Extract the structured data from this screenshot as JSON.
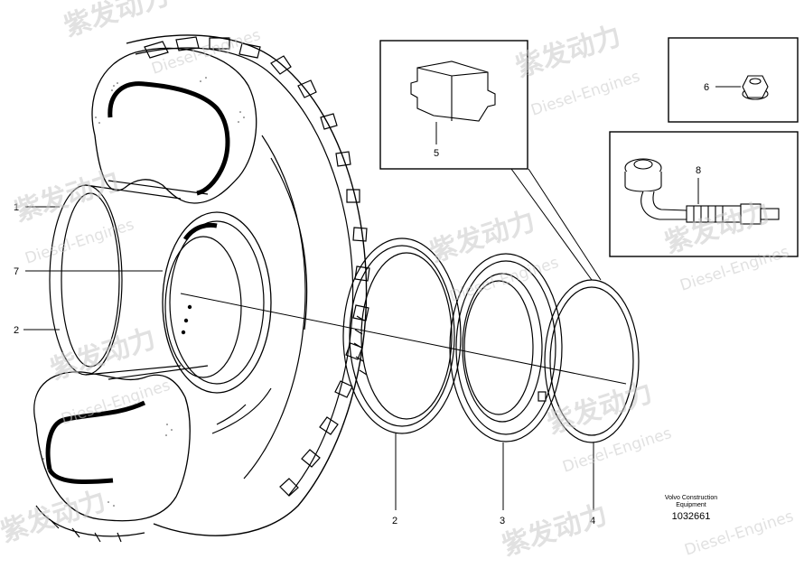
{
  "callouts": {
    "c1": "1",
    "c2_left": "2",
    "c7": "7",
    "c5": "5",
    "c6": "6",
    "c8": "8",
    "c2_bottom": "2",
    "c3": "3",
    "c4": "4"
  },
  "footer": {
    "brand_line1": "Volvo Construction",
    "brand_line2": "Equipment",
    "doc_number": "1032661"
  },
  "watermark": {
    "cn": "紫发动力",
    "en": "Diesel-Engines"
  }
}
